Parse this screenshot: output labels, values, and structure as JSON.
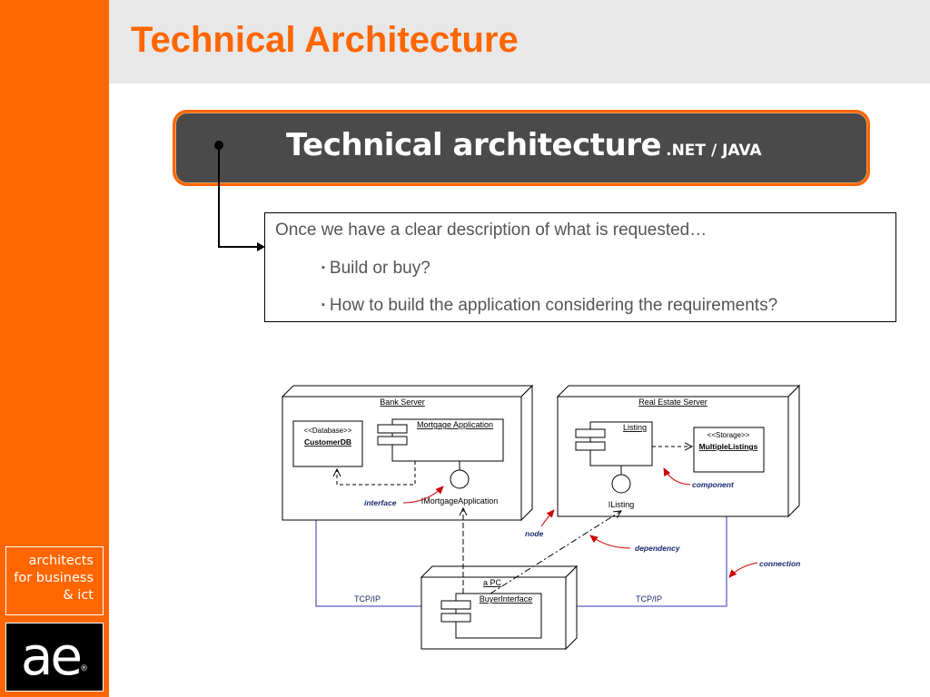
{
  "sidebar": {
    "brand_lines": [
      "architects",
      "for business",
      "& ict"
    ],
    "logo": "ae",
    "logo_mark": "®"
  },
  "header": {
    "title": "Technical Architecture"
  },
  "banner": {
    "title": "Technical architecture",
    "subtitle": ".NET / JAVA"
  },
  "textbox": {
    "intro": "Once we have a clear description of what is requested…",
    "bullets": [
      "Build or buy?",
      "How to build the application considering the requirements?"
    ],
    "bullet_marker": "▪"
  },
  "diagram": {
    "nodes": {
      "bank_server": "Bank Server",
      "real_estate_server": "Real Estate Server",
      "pc": "a PC"
    },
    "components": {
      "database_stereotype": "<<Database>>",
      "database_name": "CustomerDB",
      "mortgage_app": "Mortgage Application",
      "listing": "Listing",
      "storage_stereotype": "<<Storage>>",
      "storage_name": "MultipleListings",
      "buyer_interface": "BuyerInterface"
    },
    "interfaces": {
      "mortgage": "IMortgageApplication",
      "listing": "IListing"
    },
    "connections": {
      "left": "TCP/IP",
      "right": "TCP/IP"
    },
    "annotations": {
      "interface": "interface",
      "component": "component",
      "node": "node",
      "dependency": "dependency",
      "connection": "connection"
    }
  },
  "colors": {
    "accent": "#ff6600",
    "banner_bg": "#4a4a4a",
    "connection_line": "#3333aa",
    "annotation_arrow": "#cc0000",
    "annotation_text": "#1a2a6c"
  }
}
